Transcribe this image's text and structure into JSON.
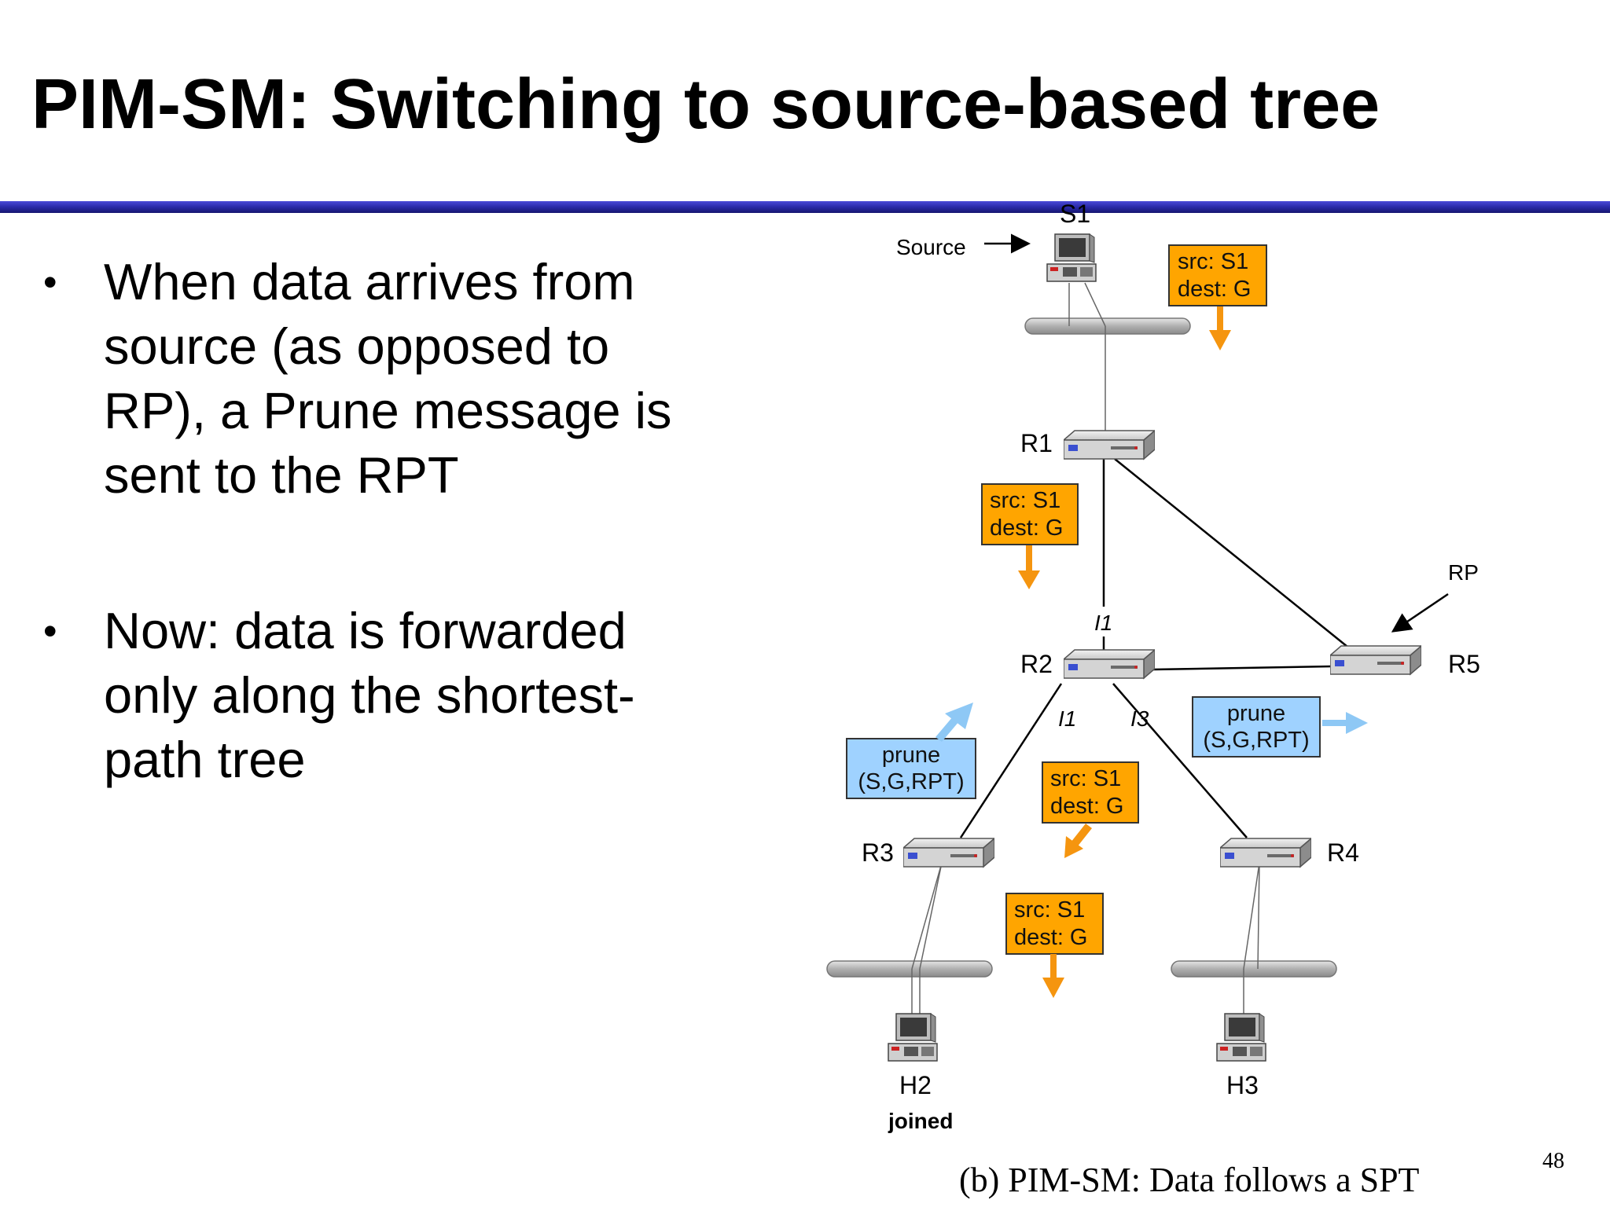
{
  "slide": {
    "title": "PIM-SM: Switching to source-based tree",
    "bullets": [
      "When data arrives from source (as opposed to RP), a Prune message is sent to the RPT",
      "Now: data is forwarded only along the shortest-path tree"
    ],
    "page_number": "48",
    "caption": "(b) PIM-SM: Data follows a SPT"
  },
  "diagram": {
    "source_label": "Source",
    "rp_label": "RP",
    "nodes": {
      "s1": "S1",
      "r1": "R1",
      "r2": "R2",
      "r3": "R3",
      "r4": "R4",
      "r5": "R5",
      "h2": "H2",
      "h3": "H3"
    },
    "h2_status": "joined",
    "interfaces": {
      "r2_up": "I1",
      "r2_left": "I1",
      "r2_right": "I3"
    },
    "data_box": {
      "line1": "src: S1",
      "line2": "dest: G"
    },
    "prune_box": {
      "line1": "prune",
      "line2": "(S,G,RPT)"
    },
    "colors": {
      "data_box_fill": "#ffa500",
      "data_arrow": "#f5950f",
      "prune_box_fill": "#9fd2ff",
      "prune_arrow": "#8ec8f5",
      "title_bar": "#2a2aa8"
    }
  }
}
